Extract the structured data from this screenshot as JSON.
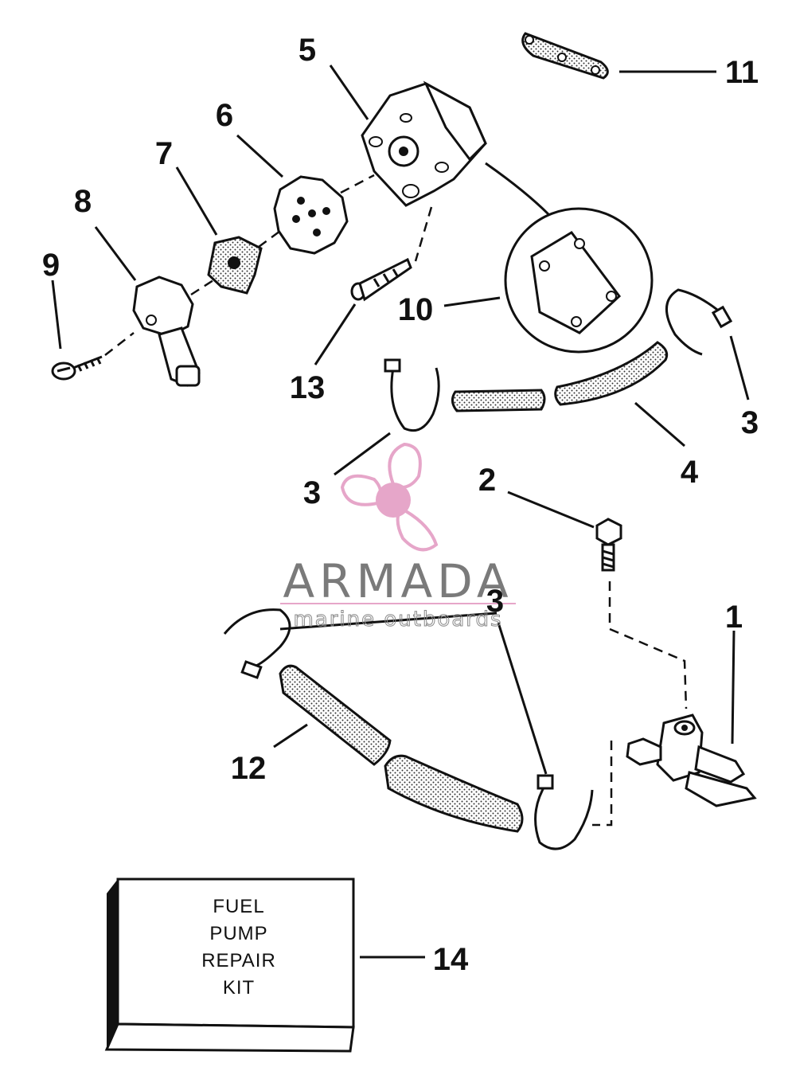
{
  "callouts": {
    "c1": "1",
    "c2": "2",
    "c3a": "3",
    "c3b": "3",
    "c3c": "3",
    "c4": "4",
    "c5": "5",
    "c6": "6",
    "c7": "7",
    "c8": "8",
    "c9": "9",
    "c10": "10",
    "c11": "11",
    "c12": "12",
    "c13": "13",
    "c14": "14"
  },
  "kit_box": {
    "line1": "FUEL",
    "line2": "PUMP",
    "line3": "REPAIR",
    "line4": "KIT"
  },
  "watermark": {
    "brand": "ARMADA",
    "tagline": "marine outboards",
    "logo_icon": "propeller-icon",
    "color": "#e6a6c9"
  }
}
